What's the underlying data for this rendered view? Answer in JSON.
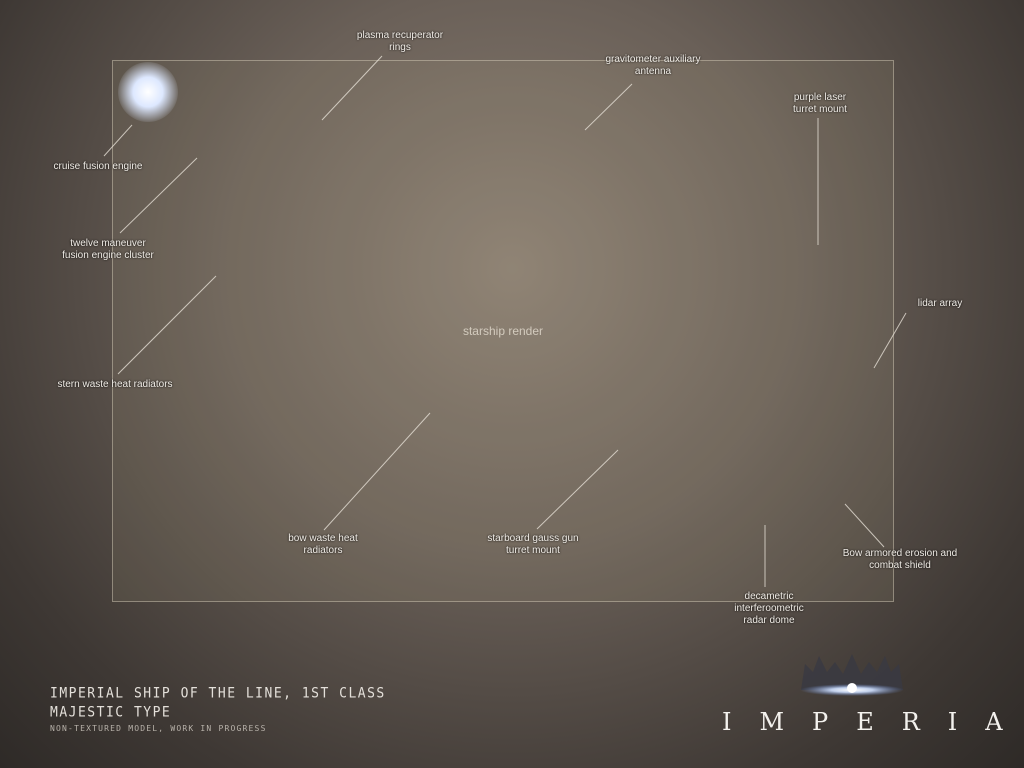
{
  "ship_image": {
    "label": "starship render"
  },
  "labels": {
    "plasma_recuperator": [
      "plasma recuperator",
      "rings"
    ],
    "gravitometer": [
      "gravitometer auxiliary",
      "antenna"
    ],
    "purple_laser": [
      "purple laser",
      "turret mount"
    ],
    "cruise_fusion": [
      "cruise fusion engine"
    ],
    "twelve_maneuver": [
      "twelve maneuver",
      "fusion engine cluster"
    ],
    "stern_waste": [
      "stern waste heat radiators"
    ],
    "lidar": [
      "lidar array"
    ],
    "bow_waste": [
      "bow waste heat",
      "radiators"
    ],
    "starboard_gauss": [
      "starboard gauss gun",
      "turret mount"
    ],
    "bow_shield": [
      "Bow armored erosion and",
      "combat shield"
    ],
    "radar_dome": [
      "decametric",
      "interferoometric",
      "radar dome"
    ]
  },
  "caption": {
    "line1": "IMPERIAL SHIP OF THE LINE, 1ST CLASS",
    "line2": "MAJESTIC TYPE",
    "line3": "NON-TEXTURED MODEL, WORK IN PROGRESS"
  },
  "logo": {
    "text": "IMPERIA"
  }
}
